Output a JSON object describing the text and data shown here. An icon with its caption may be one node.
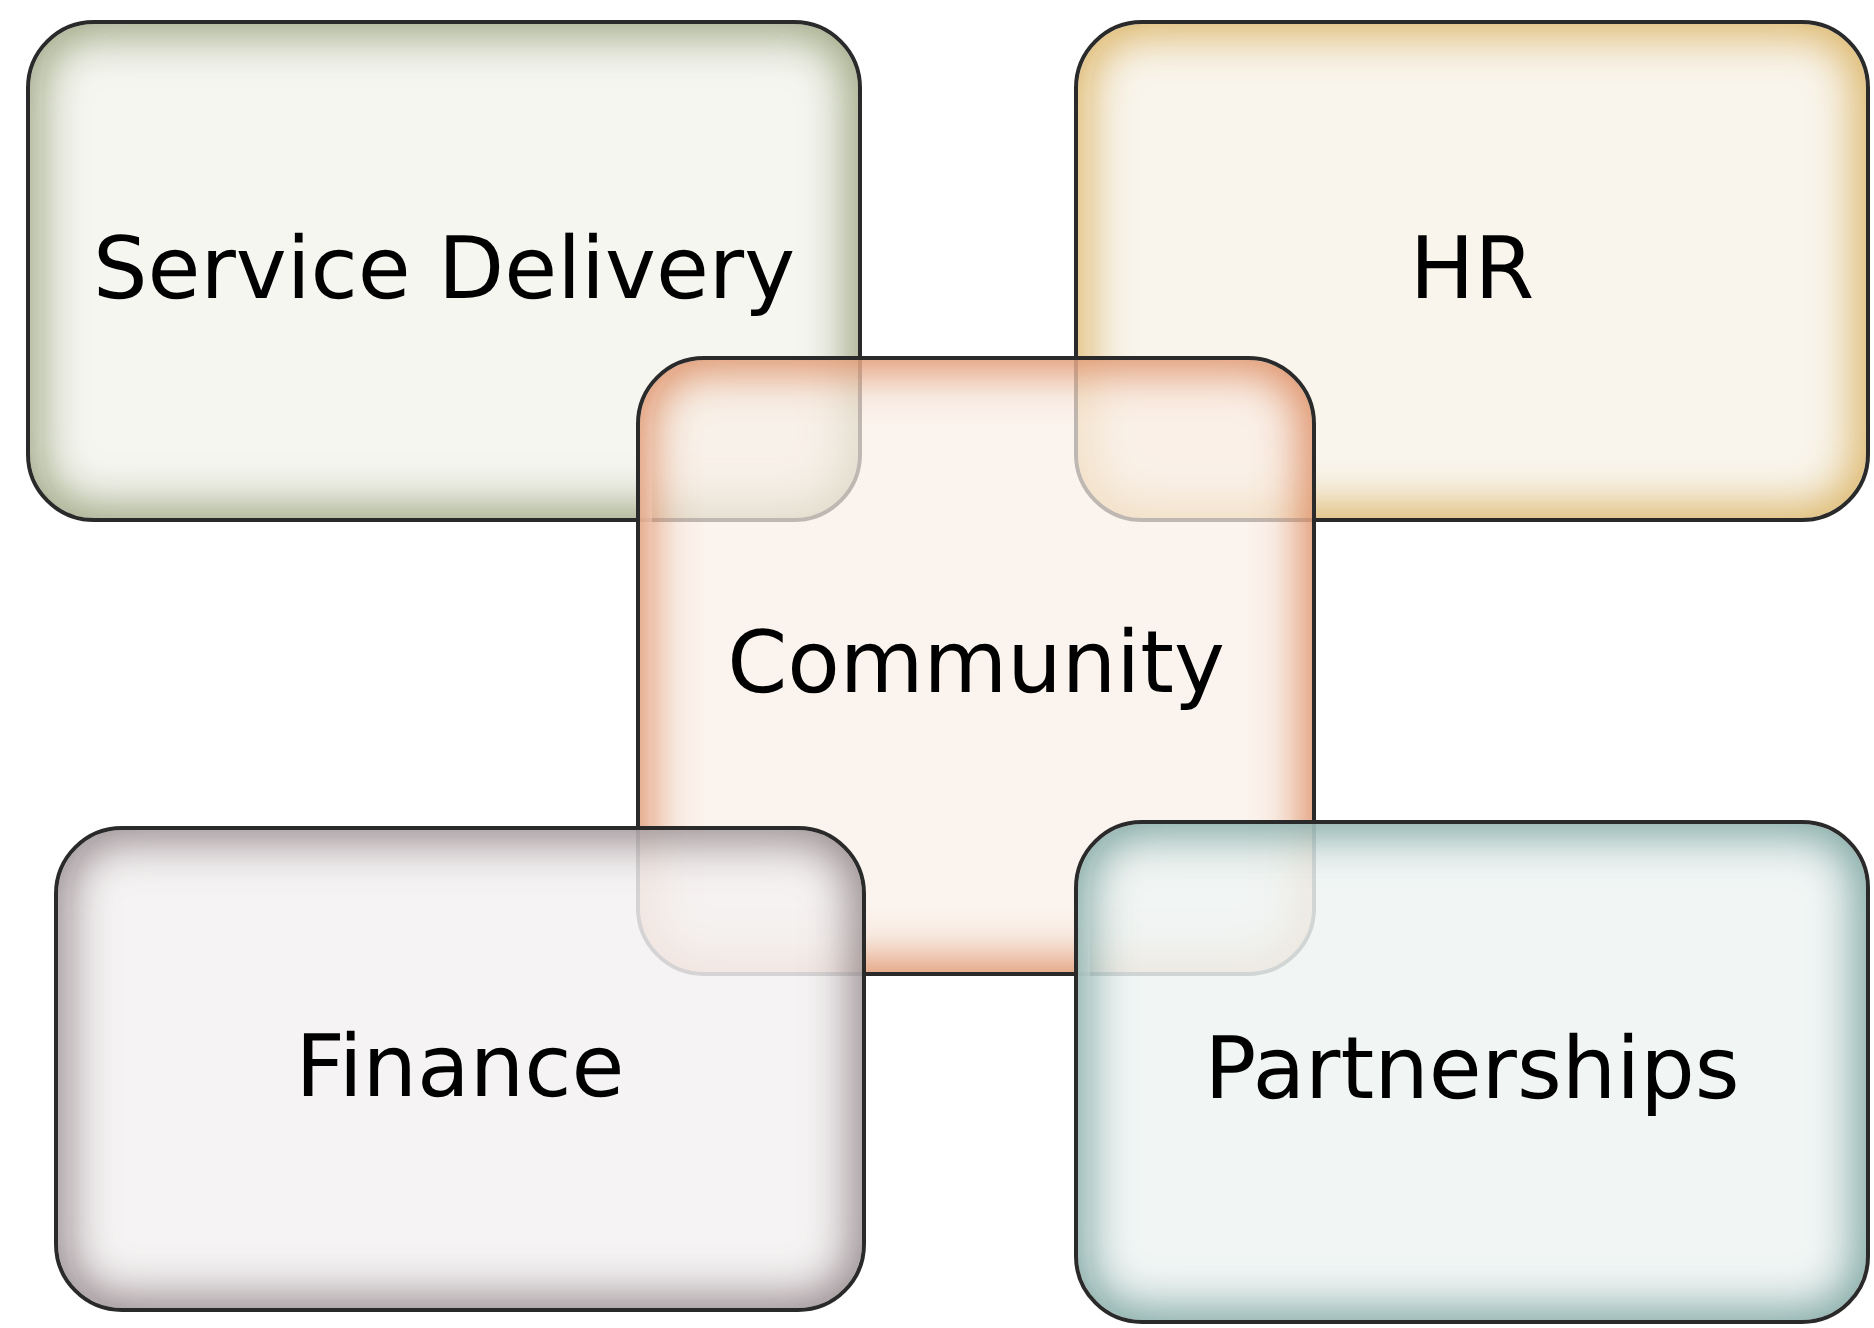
{
  "diagram": {
    "nodes": [
      {
        "text": [
          "Service Delivery"
        ]
      },
      {
        "text": [
          "HR"
        ]
      },
      {
        "text": [
          "Community"
        ]
      },
      {
        "text": [
          "Finance"
        ]
      },
      {
        "text": [
          "Partnerships"
        ]
      }
    ]
  }
}
